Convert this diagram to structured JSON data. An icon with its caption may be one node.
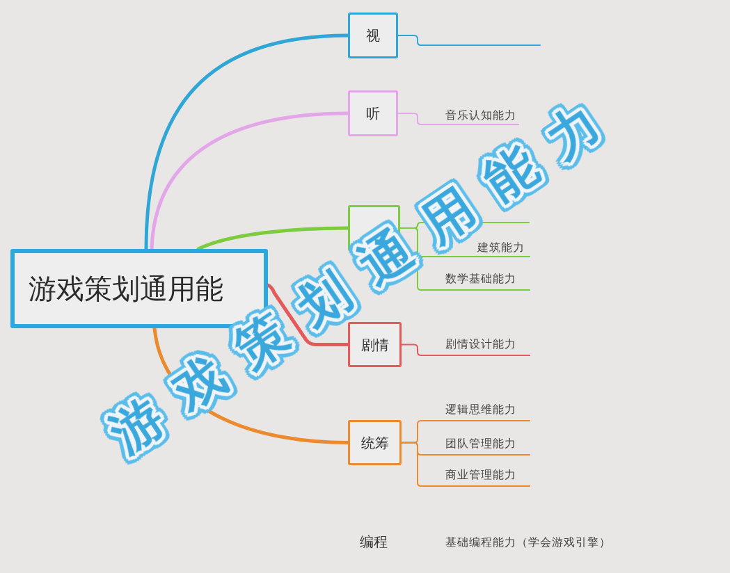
{
  "diagram": {
    "title": "游戏策划通用能力",
    "nodes": [
      {
        "text": [
          "游戏策划通用能"
        ]
      },
      {
        "text": [
          "视"
        ]
      },
      {
        "text": [
          "听"
        ]
      },
      {
        "text": [
          "音乐认知能力"
        ]
      },
      {
        "text": [],
        "shape": "box"
      },
      {
        "text": [
          "建筑能力"
        ]
      },
      {
        "text": [
          "数学基础能力"
        ]
      },
      {
        "text": [
          "剧情"
        ]
      },
      {
        "text": [
          "剧情设计能力"
        ]
      },
      {
        "text": [
          "统筹"
        ]
      },
      {
        "text": [
          "逻辑思维能力"
        ]
      },
      {
        "text": [
          "团队管理能力"
        ]
      },
      {
        "text": [
          "商业管理能力"
        ]
      }
    ],
    "edges": [
      {
        "from": 0,
        "to": 1,
        "arrow": "none",
        "style": "thick",
        "color": "#2ea6d6"
      },
      {
        "from": 0,
        "to": 2,
        "arrow": "none",
        "style": "thick",
        "color": "#e3a6e8"
      },
      {
        "from": 0,
        "to": 4,
        "arrow": "none",
        "style": "thick",
        "color": "#7dcc3e"
      },
      {
        "from": 0,
        "to": 7,
        "arrow": "none",
        "style": "thick",
        "color": "#e45a5a"
      },
      {
        "from": 0,
        "to": 9,
        "arrow": "none",
        "style": "thick",
        "color": "#ec8a2e"
      },
      {
        "from": 1,
        "to": null,
        "arrow": "none",
        "color": "#2ea6d6"
      },
      {
        "from": 2,
        "to": 3,
        "arrow": "none",
        "color": "#e3a6e8"
      },
      {
        "from": 4,
        "to": null,
        "arrow": "none",
        "color": "#7dcc3e"
      },
      {
        "from": 4,
        "to": 5,
        "arrow": "none",
        "color": "#7dcc3e"
      },
      {
        "from": 4,
        "to": 6,
        "arrow": "none",
        "color": "#7dcc3e"
      },
      {
        "from": 7,
        "to": 8,
        "arrow": "none",
        "color": "#e45a5a"
      },
      {
        "from": 9,
        "to": 10,
        "arrow": "none",
        "color": "#ec8a2e"
      },
      {
        "from": 9,
        "to": 11,
        "arrow": "none",
        "color": "#ec8a2e"
      },
      {
        "from": 9,
        "to": 12,
        "arrow": "none",
        "color": "#ec8a2e"
      }
    ],
    "labels": [
      "编程",
      "基础编程能力（学会游戏引擎）"
    ]
  }
}
